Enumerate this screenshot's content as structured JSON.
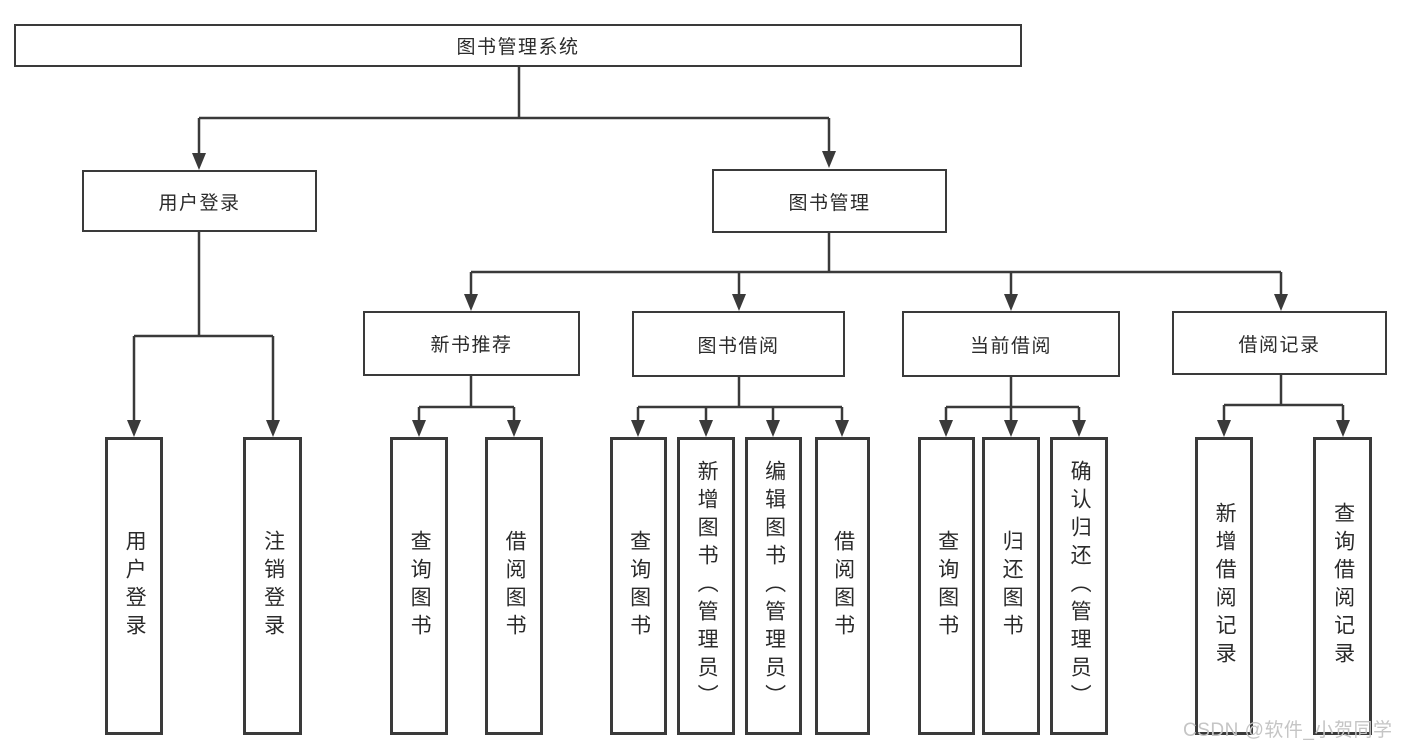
{
  "tree": {
    "label": "图书管理系统",
    "children": [
      {
        "label": "用户登录",
        "children": [
          {
            "label": "用户登录"
          },
          {
            "label": "注销登录"
          }
        ]
      },
      {
        "label": "图书管理",
        "children": [
          {
            "label": "新书推荐",
            "children": [
              {
                "label": "查询图书"
              },
              {
                "label": "借阅图书"
              }
            ]
          },
          {
            "label": "图书借阅",
            "children": [
              {
                "label": "查询图书"
              },
              {
                "label": "新增图书（管理员）"
              },
              {
                "label": "编辑图书（管理员）"
              },
              {
                "label": "借阅图书"
              }
            ]
          },
          {
            "label": "当前借阅",
            "children": [
              {
                "label": "查询图书"
              },
              {
                "label": "归还图书"
              },
              {
                "label": "确认归还（管理员）"
              }
            ]
          },
          {
            "label": "借阅记录",
            "children": [
              {
                "label": "新增借阅记录"
              },
              {
                "label": "查询借阅记录"
              }
            ]
          }
        ]
      }
    ]
  },
  "watermark": {
    "text": "CSDN @软件_小贺同学"
  },
  "colors": {
    "line": "#3a3a3a",
    "box_border": "#3a3a3a",
    "text": "#2b2b2b",
    "watermark": "#c5c5c5",
    "background": "#ffffff"
  }
}
